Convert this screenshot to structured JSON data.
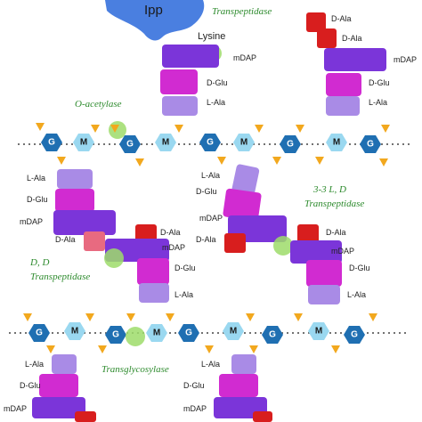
{
  "colors": {
    "ala": "#d81e1e",
    "glu": "#d12bd1",
    "lala": "#a98be6",
    "mdap": "#7b35d9",
    "sugar_g": "#1f6fb2",
    "sugar_m": "#9ad8f0",
    "acetyl": "#f2a81e",
    "enzyme_spot": "#9edc6a",
    "enzyme_text": "#2e8b2e",
    "ipp": "#4a7fe0"
  },
  "ipp": {
    "label": "Ipp",
    "anchor_label": "Lysine"
  },
  "sugars": {
    "g": "G",
    "m": "M"
  },
  "enzymes": {
    "transpeptidase_top": "Transpeptidase",
    "o_acetylase": "O-acetylase",
    "ld_line1": "3-3 L, D",
    "ld_line2": "Transpeptidase",
    "dd_line1": "D, D",
    "dd_line2": "Transpeptidase",
    "transglycosylase": "Transglycosylase"
  },
  "residues": {
    "d_ala": "D-Ala",
    "mdap": "mDAP",
    "d_glu": "D-Glu",
    "l_ala": "L-Ala"
  }
}
